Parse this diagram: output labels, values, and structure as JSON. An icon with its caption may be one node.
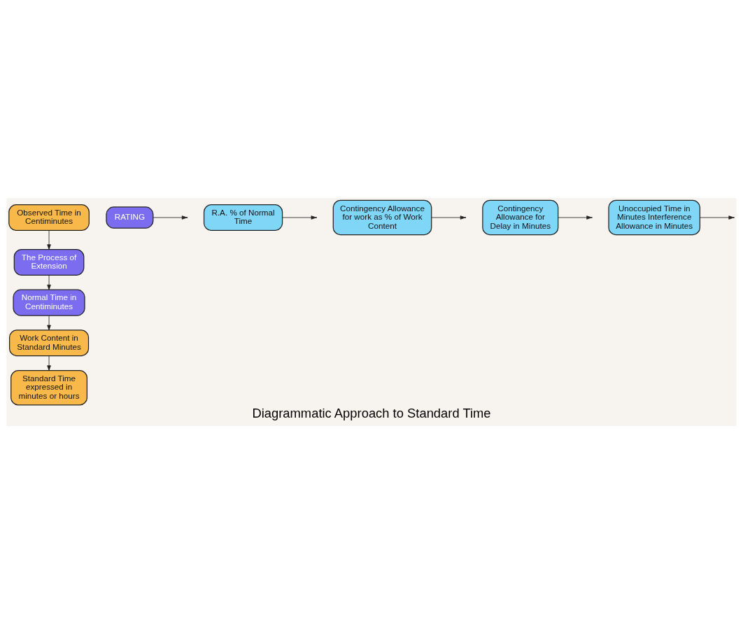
{
  "diagram": {
    "title": "Diagrammatic Approach to Standard Time",
    "nodes": [
      {
        "text": [
          "Observed Time in Centiminutes"
        ]
      },
      {
        "text": [
          "RATING"
        ]
      },
      {
        "text": [
          "The Process of Extension"
        ]
      },
      {
        "text": [
          "Normal Time in Centiminutes"
        ]
      },
      {
        "text": [
          "R.A. % of Normal Time"
        ]
      },
      {
        "text": [
          "Contingency Allowance for work as % of Work Content"
        ]
      },
      {
        "text": [
          "Work Content in Standard Minutes"
        ]
      },
      {
        "text": [
          "Contingency Allowance for Delay in Minutes"
        ]
      },
      {
        "text": [
          "Unoccupied Time in Minutes Interference Allowance in Minutes"
        ]
      },
      {
        "text": [
          "Standard Time expressed in minutes or hours"
        ]
      }
    ],
    "edges": [
      {
        "from": 1,
        "to": null,
        "arrow": "to"
      },
      {
        "from": 0,
        "to": 2,
        "arrow": "to"
      },
      {
        "from": 2,
        "to": 3,
        "arrow": "to"
      },
      {
        "from": 4,
        "to": null,
        "arrow": "to"
      },
      {
        "from": 5,
        "to": null,
        "arrow": "to"
      },
      {
        "from": 3,
        "to": 6,
        "arrow": "to"
      },
      {
        "from": 7,
        "to": null,
        "arrow": "to"
      },
      {
        "from": 8,
        "to": null,
        "arrow": "to"
      },
      {
        "from": 6,
        "to": 9,
        "arrow": "to"
      }
    ]
  }
}
